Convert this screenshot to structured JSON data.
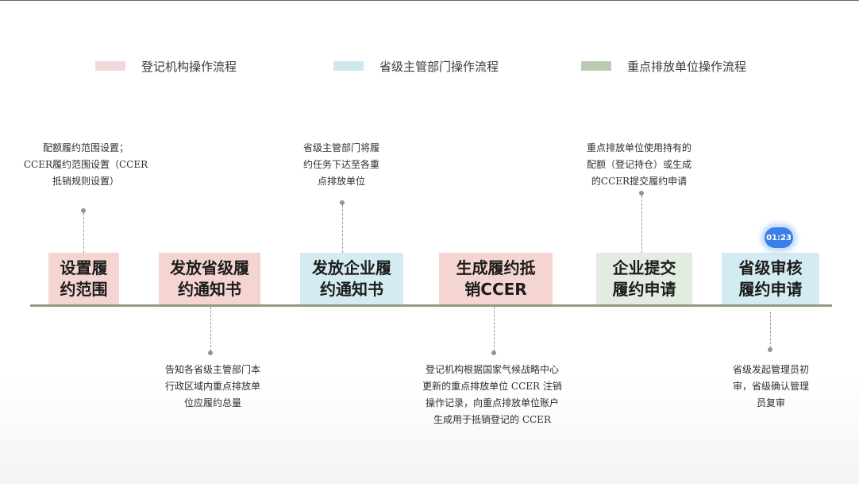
{
  "legend": [
    {
      "label": "登记机构操作流程",
      "color": "#f2d8da"
    },
    {
      "label": "省级主管部门操作流程",
      "color": "#cfe7ee"
    },
    {
      "label": "重点排放单位操作流程",
      "color": "#b9ccb3"
    }
  ],
  "stages": [
    {
      "label": "设置履\n约范围",
      "group": "pink"
    },
    {
      "label": "发放省级履\n约通知书",
      "group": "pink"
    },
    {
      "label": "发放企业履\n约通知书",
      "group": "blue"
    },
    {
      "label": "生成履约抵\n销CCER",
      "group": "pink"
    },
    {
      "label": "企业提交\n履约申请",
      "group": "green"
    },
    {
      "label": "省级审核\n履约申请",
      "group": "blue"
    }
  ],
  "notes": {
    "set_scope": "配额履约范围设置；\nCCER履约范围设置（CCER\n抵销规则设置）",
    "provincial_notice": "告知各省级主管部门本\n行政区域内重点排放单\n位应履约总量",
    "enterprise_notice": "省级主管部门将履\n约任务下达至各重\n点排放单位",
    "generate_ccer": "登记机构根据国家气候战略中心\n更新的重点排放单位 CCER 注销\n操作记录，向重点排放单位账户\n生成用于抵销登记的 CCER",
    "submit_application": "重点排放单位使用持有的\n配额（登记持仓）或生成\n的CCER提交履约申请",
    "review_application": "省级发起管理员初\n审，省级确认管理\n员复审"
  },
  "timer": "01:23"
}
